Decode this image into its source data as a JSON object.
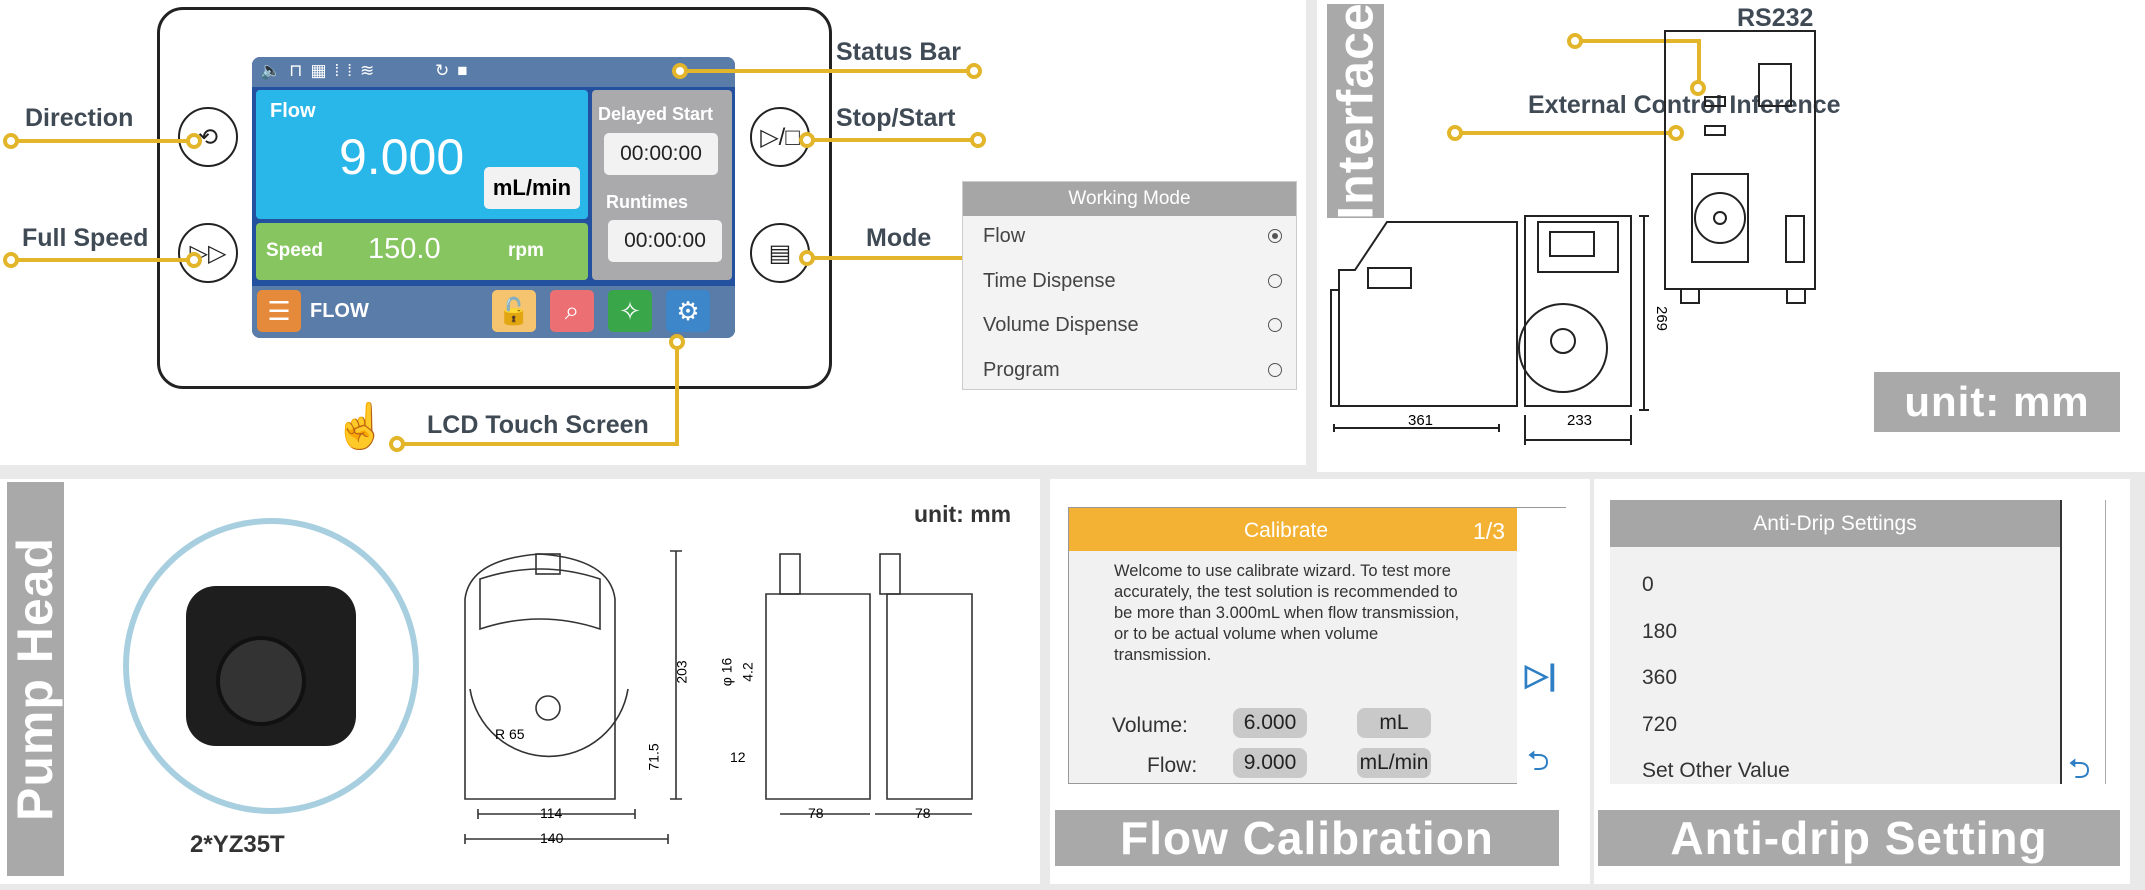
{
  "device": {
    "labels": {
      "direction": "Direction",
      "full_speed": "Full Speed",
      "status_bar": "Status Bar",
      "stop_start": "Stop/Start",
      "mode": "Mode",
      "lcd": "LCD Touch Screen"
    },
    "screen": {
      "flow_label": "Flow",
      "flow_value": "9.000",
      "flow_unit": "mL/min",
      "speed_label": "Speed",
      "speed_value": "150.0",
      "speed_unit": "rpm",
      "delayed_label": "Delayed Start",
      "delayed_value": "00:00:00",
      "runtimes_label": "Runtimes",
      "runtimes_value": "00:00:00",
      "mode_label": "FLOW"
    }
  },
  "working_mode": {
    "title": "Working Mode",
    "options": [
      {
        "label": "Flow",
        "selected": true
      },
      {
        "label": "Time Dispense",
        "selected": false
      },
      {
        "label": "Volume Dispense",
        "selected": false
      },
      {
        "label": "Program",
        "selected": false
      }
    ]
  },
  "interface": {
    "title": "Interface",
    "rs232": "RS232",
    "external": "External Control Inference",
    "dim_width": "361",
    "dim_front": "233",
    "dim_height": "269",
    "unit": "unit: mm"
  },
  "pump_head": {
    "title": "Pump Head",
    "model": "2*YZ35T",
    "unit": "unit: mm",
    "dims": {
      "h": "203",
      "r": "R 65",
      "d1": "114",
      "d2": "140",
      "d3": "71.5",
      "phi": "φ 16",
      "t": "4.2",
      "w": "12",
      "s1": "78",
      "s2": "78"
    }
  },
  "calibrate": {
    "title": "Calibrate",
    "page": "1/3",
    "text": "Welcome to use calibrate wizard. To test more accurately, the test solution is recommended to be more than 3.000mL when flow transmission, or to be actual volume when volume transmission.",
    "volume_label": "Volume:",
    "volume_value": "6.000",
    "volume_unit": "mL",
    "flow_label": "Flow:",
    "flow_value": "9.000",
    "flow_unit": "mL/min",
    "footer": "Flow Calibration"
  },
  "antidrip": {
    "title": "Anti-Drip Settings",
    "options": [
      "0",
      "180",
      "360",
      "720",
      "Set Other Value"
    ],
    "footer": "Anti-drip Setting"
  },
  "colors": {
    "accent": "#e3b52a",
    "flow_blue": "#29b6e8",
    "speed_green": "#86c55f",
    "screen_blue": "#5a7ca8",
    "orange": "#f4b234"
  }
}
